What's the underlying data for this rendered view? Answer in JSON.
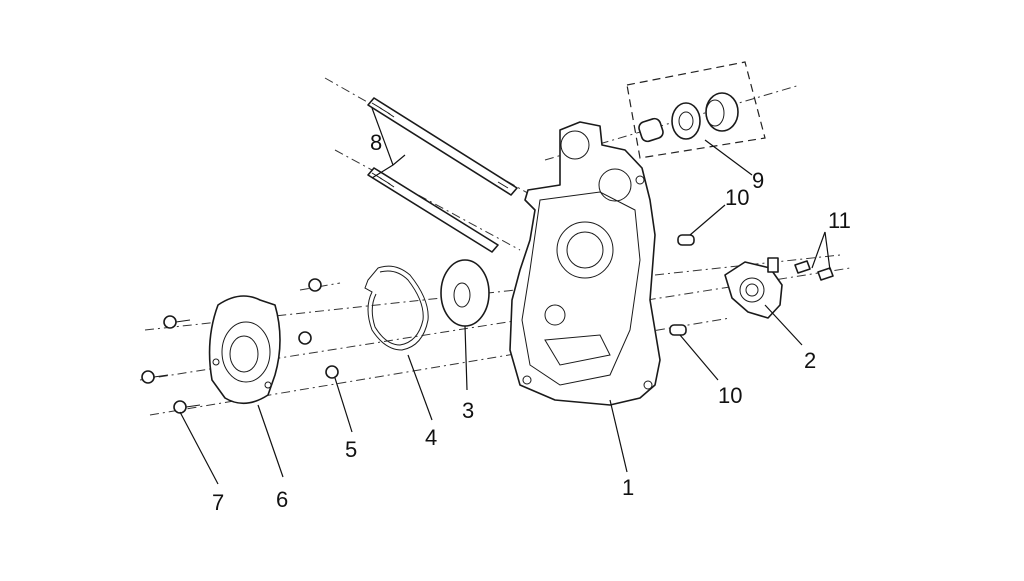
{
  "diagram": {
    "callouts": [
      "1",
      "2",
      "3",
      "4",
      "5",
      "6",
      "7",
      "8",
      "9",
      "10",
      "10",
      "11"
    ]
  }
}
